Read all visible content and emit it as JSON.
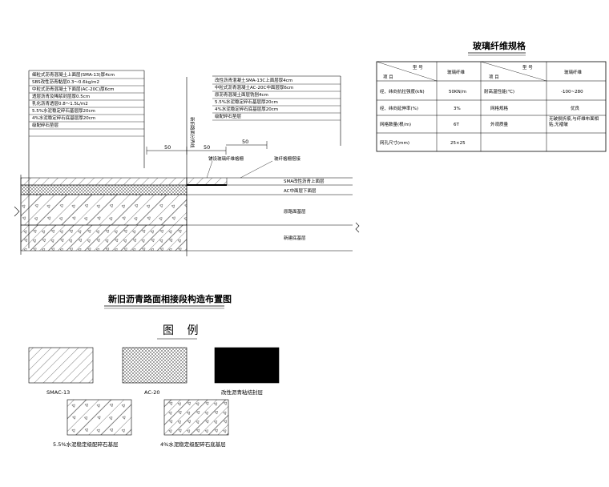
{
  "diagram": {
    "title": "新旧沥青路面相接段构造布置图",
    "new_side_layers": [
      "细粒式沥青混凝土上面层(SMA-13)厚4cm",
      "SBS改性沥青黏层0.3～0.6kg/m2",
      "中粒式沥青混凝土下面层(AC-20C)厚6cm",
      "透层沥青及稀浆封层厚0.5cm",
      "乳化沥青透层0.8～1.5L/m2",
      "5.5%水泥稳定碎石基层厚20cm",
      "4%水泥稳定碎石底基层厚20cm",
      "级配碎石垫层"
    ],
    "old_side_layers": [
      "改性沥青混凝土SMA-13C上面层厚4cm",
      "中粒式沥青混凝土AC-20C中面层厚6cm",
      "原沥青混凝土面层铣刨4cm",
      "5.5%水泥稳定碎石基层厚20cm",
      "4%水泥稳定碎石底基层厚20cm",
      "级配碎石垫层"
    ],
    "vertical_label": "新旧路面分界线",
    "dimensions": [
      "50",
      "50",
      "50"
    ],
    "callouts": [
      "铺设玻璃纤维格栅",
      "玻纤格栅搭接"
    ],
    "right_labels": [
      "SMA改性沥青上面层",
      "AC中面层下面层",
      "原路面基层",
      "新建底基层"
    ]
  },
  "spec_table": {
    "title": "玻璃纤维规格",
    "header": {
      "corner_left_top": "型 号",
      "corner_left_bottom": "项 目",
      "col1": "玻璃纤维",
      "corner_right_top": "型 号",
      "corner_right_bottom": "项 目",
      "col2": "玻璃纤维"
    },
    "rows": [
      [
        "经、纬向抗拉强度(kN)",
        "50KN/m",
        "耐高温性能(℃)",
        "-100~280"
      ],
      [
        "经、纬向延伸率(%)",
        "3%",
        "网格规格",
        "优良"
      ],
      [
        "网格数量(根/m)",
        "6T",
        "外观质量",
        "无破损折痕,与纤维布面相贴,无褶皱"
      ],
      [
        "网孔尺寸(mm)",
        "25×25",
        "",
        ""
      ]
    ]
  },
  "legend": {
    "title": "图 例",
    "items": [
      {
        "label": "SMAC-13",
        "pattern": "hatch-diagonal"
      },
      {
        "label": "AC-20",
        "pattern": "hatch-cross-dots"
      },
      {
        "label": "改性沥青粘结封层",
        "pattern": "solid-black"
      },
      {
        "label": "5.5%水泥稳定级配碎石基层",
        "pattern": "hatch-triangle"
      },
      {
        "label": "4%水泥稳定级配碎石底基层",
        "pattern": "hatch-triangle-dense"
      }
    ]
  }
}
